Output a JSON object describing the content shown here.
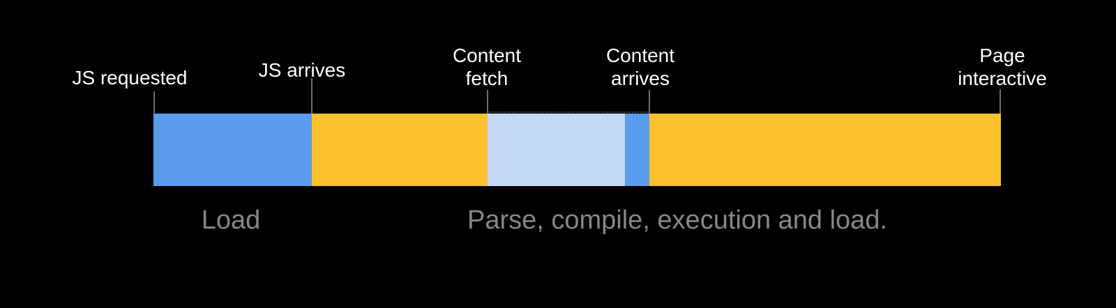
{
  "timeline": {
    "colors": {
      "background": "#000000",
      "blue": "#5B9CEE",
      "yellow": "#FBC22D",
      "light_blue": "#C4D9F7",
      "tick": "#6F6F6F",
      "dotted_line": "#4A4A4A",
      "milestone_text": "#FFFFFF",
      "phase_text": "#878787"
    },
    "milestones": [
      {
        "label": "JS requested"
      },
      {
        "label": "JS arrives"
      },
      {
        "label": "Content\nfetch"
      },
      {
        "label": "Content\narrives"
      },
      {
        "label": "Page\ninteractive"
      }
    ],
    "segments": [
      {
        "name": "js-download",
        "color": "#5B9CEE"
      },
      {
        "name": "parse-compile",
        "color": "#FBC22D"
      },
      {
        "name": "content-fetch",
        "color": "#C4D9F7"
      },
      {
        "name": "content-arrives",
        "color": "#5B9CEE"
      },
      {
        "name": "execution-to-interactive",
        "color": "#FBC22D"
      }
    ],
    "phases": [
      {
        "label": "Load"
      },
      {
        "label": "Parse, compile, execution and load."
      }
    ]
  }
}
